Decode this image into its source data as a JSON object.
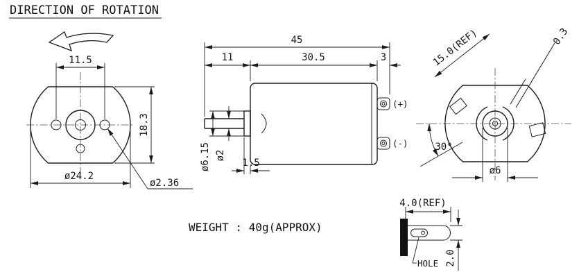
{
  "title": "DIRECTION OF ROTATION",
  "weight_note": "WEIGHT : 40g(APPROX)",
  "front_view": {
    "dim_hole_spacing": "11.5",
    "dim_height": "18.3",
    "dim_outer_diameter": "ø24.2",
    "dim_hole_diameter": "ø2.36"
  },
  "side_view": {
    "dim_overall_length": "45",
    "dim_shaft_length": "11",
    "dim_body_length": "30.5",
    "dim_terminal_length": "3",
    "dim_boss_diameter": "ø6.15",
    "dim_shaft_diameter": "ø2",
    "dim_boss_length": "1.5",
    "terminal_positive": "(+)",
    "terminal_negative": "(-)"
  },
  "rear_view": {
    "dim_tab_length": "15.0(REF)",
    "dim_tab_thickness": "0.3",
    "dim_angle": "30°",
    "dim_shaft_diameter": "ø6"
  },
  "detail_view": {
    "dim_width": "4.0(REF)",
    "dim_height": "2.0",
    "hole_label": "HOLE"
  }
}
